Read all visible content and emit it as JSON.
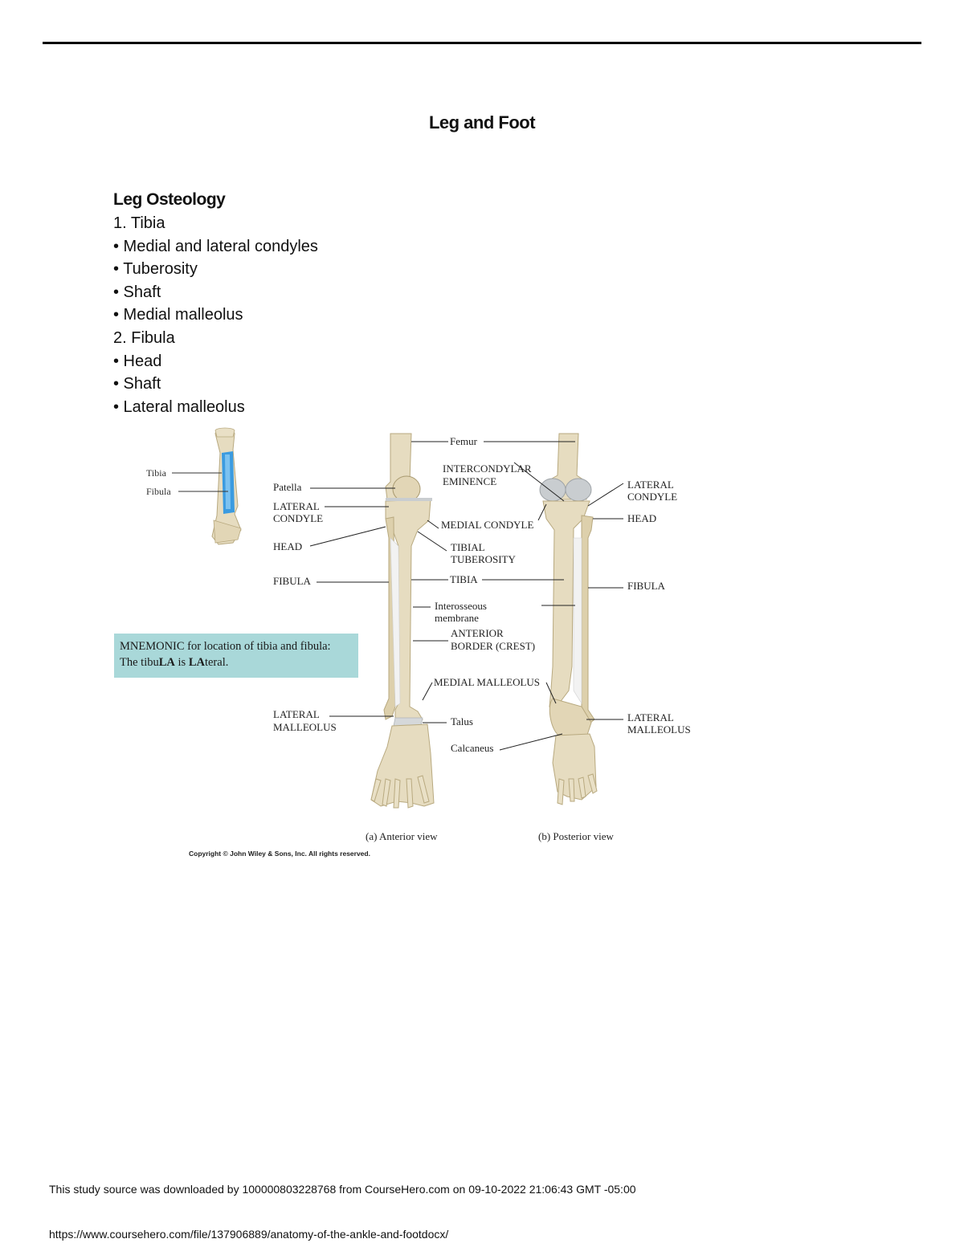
{
  "title": "Leg and Foot",
  "outline": {
    "heading": "Leg Osteology",
    "lines": [
      "1. Tibia",
      "• Medial and lateral condyles",
      "• Tuberosity",
      "• Shaft",
      "• Medial malleolus",
      "2. Fibula",
      "• Head",
      "• Shaft",
      "• Lateral malleolus"
    ]
  },
  "figure": {
    "inset_labels": {
      "tibia": "Tibia",
      "fibula": "Fibula"
    },
    "anterior_labels": {
      "femur": "Femur",
      "patella": "Patella",
      "lateral_condyle_1": "LATERAL",
      "lateral_condyle_2": "CONDYLE",
      "head": "HEAD",
      "fibula": "FIBULA",
      "lateral_malleolus_1": "LATERAL",
      "lateral_malleolus_2": "MALLEOLUS",
      "intercondylar_1": "INTERCONDYLAR",
      "intercondylar_2": "EMINENCE",
      "medial_condyle": "MEDIAL CONDYLE",
      "tibial_tuberosity_1": "TIBIAL",
      "tibial_tuberosity_2": "TUBEROSITY",
      "tibia": "TIBIA",
      "interosseous_1": "Interosseous",
      "interosseous_2": "membrane",
      "anterior_border_1": "ANTERIOR",
      "anterior_border_2": "BORDER (CREST)",
      "medial_malleolus": "MEDIAL MALLEOLUS",
      "talus": "Talus",
      "calcaneus": "Calcaneus"
    },
    "posterior_labels": {
      "lateral_condyle_1": "LATERAL",
      "lateral_condyle_2": "CONDYLE",
      "head": "HEAD",
      "fibula": "FIBULA",
      "lateral_malleolus_1": "LATERAL",
      "lateral_malleolus_2": "MALLEOLUS"
    },
    "captions": {
      "anterior": "(a) Anterior view",
      "posterior": "(b) Posterior view"
    },
    "mnemonic": {
      "line1": "MNEMONIC for location of tibia and fibula:",
      "line2_pre": "The tibu",
      "line2_bold1": "LA",
      "line2_mid": " is ",
      "line2_bold2": "LA",
      "line2_post": "teral."
    },
    "copyright": "Copyright © John Wiley & Sons, Inc. All rights reserved.",
    "colors": {
      "bone": "#e6dcc0",
      "bone_shade": "#c8b98f",
      "cartilage": "#c9cdd0",
      "highlight": "#3b9be0",
      "mnemonic_bg": "#a9d8d9"
    }
  },
  "footer": {
    "source_line": "This study source was downloaded by 100000803228768 from CourseHero.com on 09-10-2022 21:06:43 GMT -05:00",
    "url": "https://www.coursehero.com/file/137906889/anatomy-of-the-ankle-and-footdocx/"
  }
}
